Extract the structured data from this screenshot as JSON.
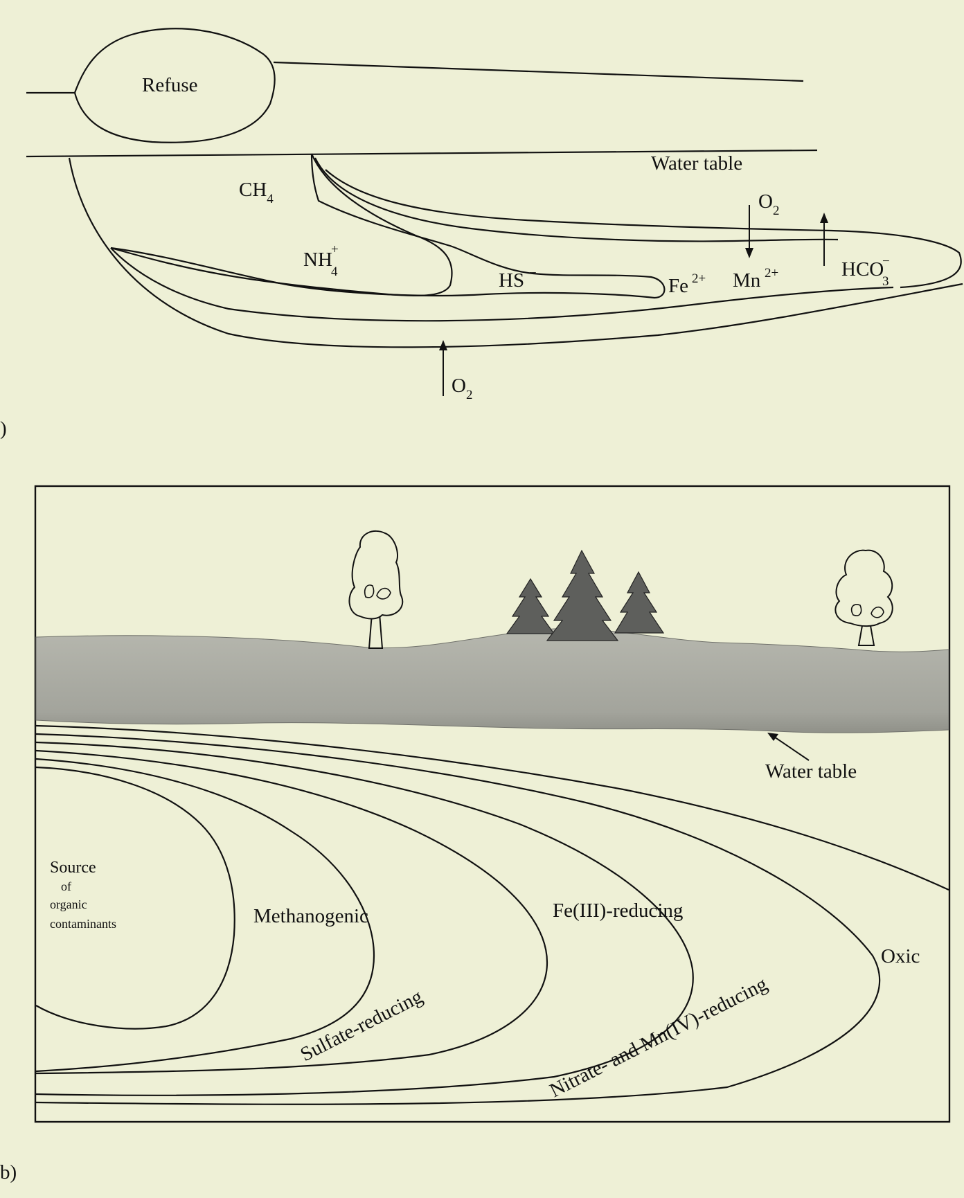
{
  "panel_a": {
    "marker": ")",
    "labels": {
      "refuse": "Refuse",
      "water_table": "Water table",
      "ch4": {
        "main": "CH",
        "sub": "4"
      },
      "nh4": {
        "main": "NH",
        "sup": "+",
        "sub": "4"
      },
      "hs": {
        "main": "HS",
        "sup": "−"
      },
      "fe": {
        "main": "Fe",
        "sup": "2+"
      },
      "mn": {
        "main": "Mn",
        "sup": "2+"
      },
      "hco3": {
        "main": "HCO",
        "sup": "−",
        "sub": "3"
      },
      "o2_top": {
        "main": "O",
        "sub": "2"
      },
      "o2_bottom": {
        "main": "O",
        "sub": "2"
      }
    }
  },
  "panel_b": {
    "marker": "b)",
    "labels": {
      "source": [
        "Source",
        "of",
        "organic",
        "contaminants"
      ],
      "methanogenic": "Methanogenic",
      "fe_reducing": "Fe(III)-reducing",
      "oxic": "Oxic",
      "sulfate_reducing": "Sulfate-reducing",
      "nitrate_mn_reducing": "Nitrate- and Mn(IV)-reducing",
      "water_table": "Water table"
    }
  },
  "colors": {
    "background": "#eef0d6",
    "ink": "#111111",
    "soil": "#a9aaa1",
    "soil_dark": "#8f908a",
    "tree": "#5e5f5c"
  }
}
